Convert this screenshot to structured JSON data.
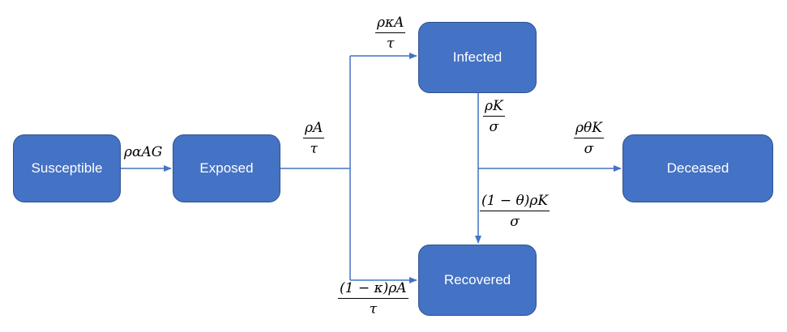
{
  "nodes": {
    "susceptible": "Susceptible",
    "exposed": "Exposed",
    "infected": "Infected",
    "recovered": "Recovered",
    "deceased": "Deceased"
  },
  "rates": {
    "s_to_e": "ραAG",
    "e_split": {
      "num": "ρA",
      "den": "τ"
    },
    "to_infected": {
      "num": "ρκA",
      "den": "τ"
    },
    "to_recovered_from_exposed": {
      "num": "(1 − κ)ρA",
      "den": "τ"
    },
    "infected_out": {
      "num": "ρK",
      "den": "σ"
    },
    "to_deceased": {
      "num": "ρθK",
      "den": "σ"
    },
    "to_recovered_from_infected": {
      "num": "(1 − θ)ρK",
      "den": "σ"
    }
  },
  "colors": {
    "node_fill": "#4472c4",
    "node_border": "#2f528f",
    "node_text": "#ffffff",
    "arrow": "#4472c4"
  }
}
